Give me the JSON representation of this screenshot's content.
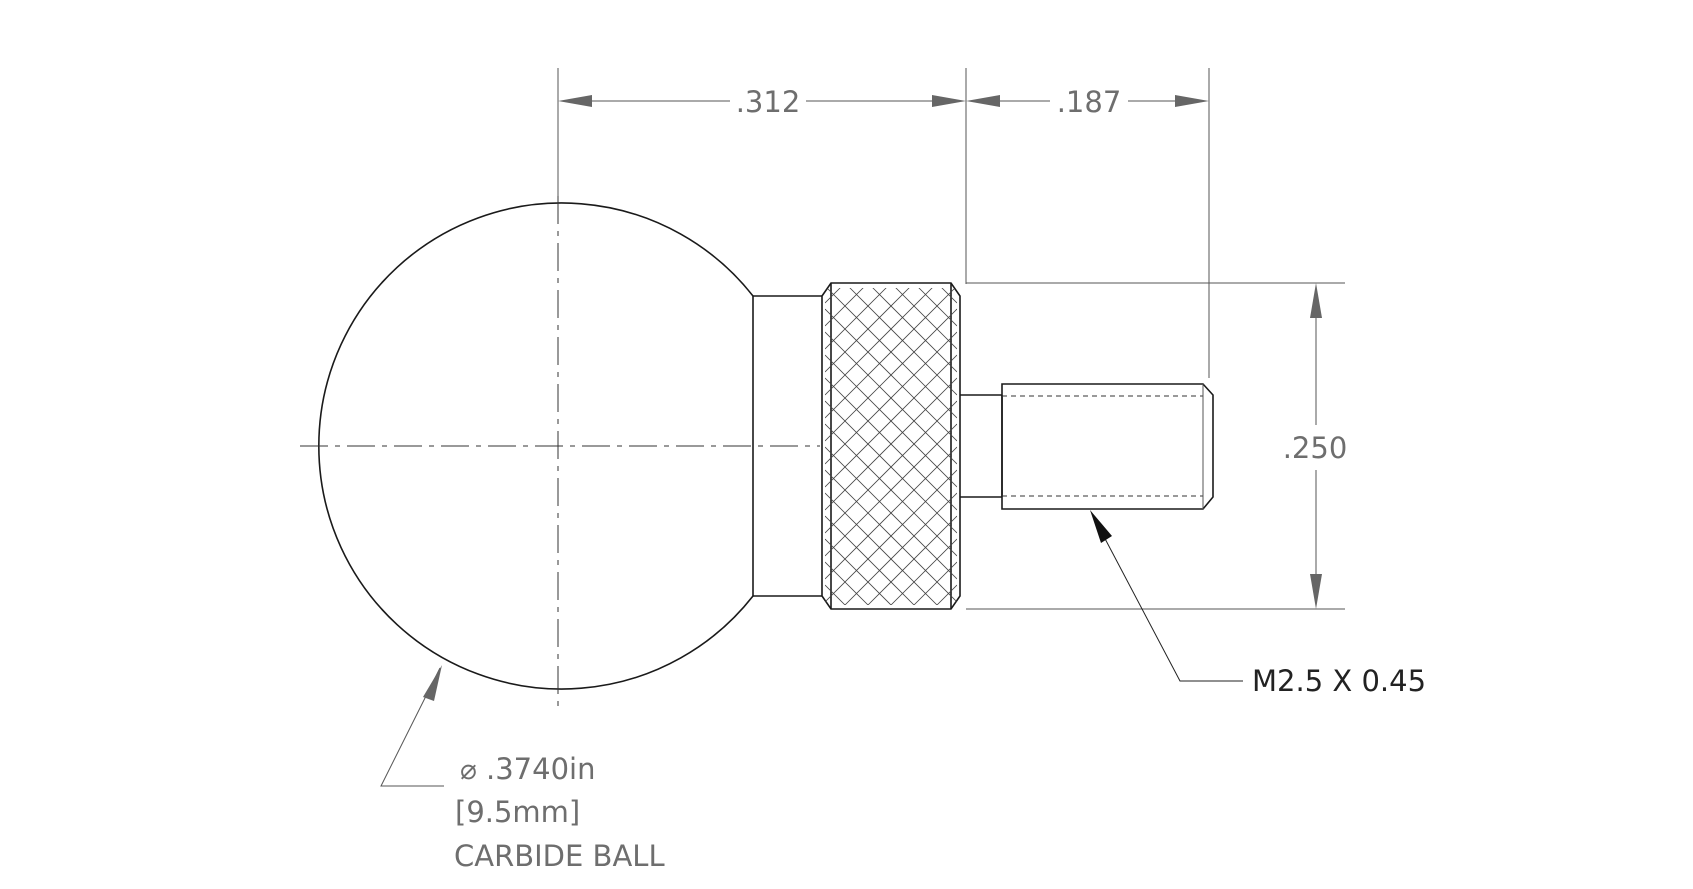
{
  "dimensions": {
    "collar_length": ".312",
    "thread_length": ".187",
    "knurl_diameter": ".250"
  },
  "callouts": {
    "thread_spec": "M2.5 X 0.45",
    "ball_diameter_symbol": "⌀",
    "ball_diameter_in": ".3740in",
    "ball_diameter_mm": "[9.5mm]",
    "ball_note": "CARBIDE BALL"
  },
  "colors": {
    "object_line": "#1a1a1a",
    "dimension_text": "#6e6e6e",
    "background": "#ffffff"
  }
}
